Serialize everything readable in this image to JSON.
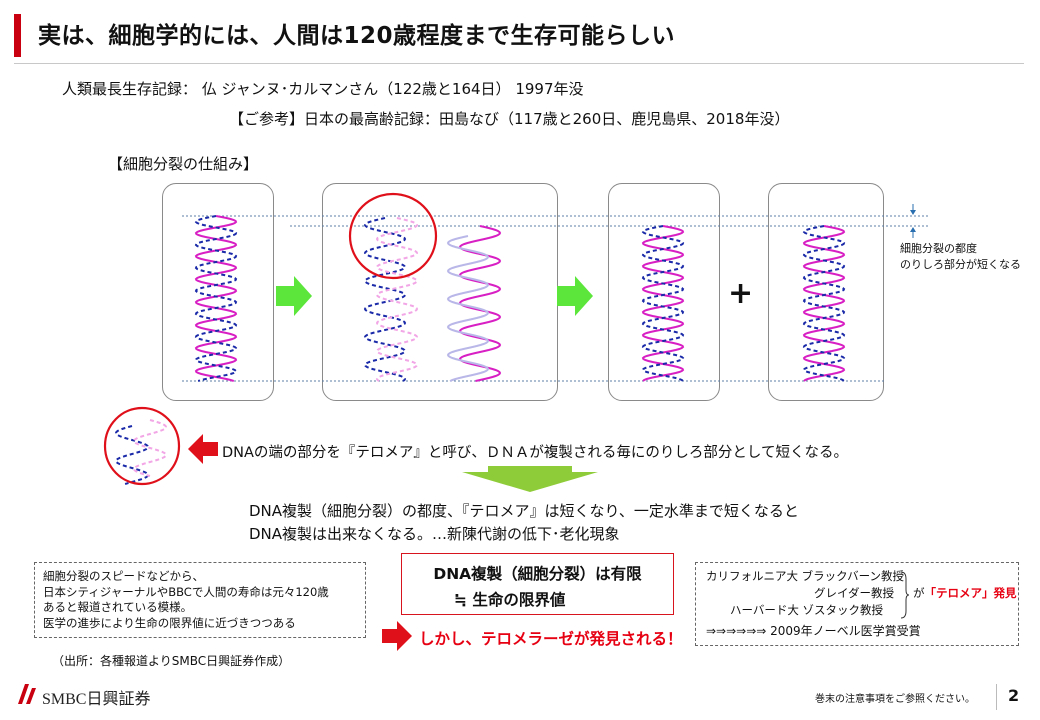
{
  "header": {
    "title": "実は、細胞学的には、人間は120歳程度まで生存可能らしい"
  },
  "records": {
    "world": "人類最長生存記録：  仏  ジャンヌ･カルマンさん（122歳と164日）  1997年没",
    "japan": "【ご参考】日本の最高齢記録：田島なび（117歳と260日、鹿児島県、2018年没）"
  },
  "diagram": {
    "heading": "【細胞分裂の仕組み】",
    "plus": "+",
    "side_note": [
      "細胞分裂の都度",
      "のりしろ部分が短くなる"
    ]
  },
  "explanation": {
    "telomere_line": "DNAの端の部分を『テロメア』と呼び、ＤＮＡが複製される毎にのりしろ部分として短くなる。",
    "shorten_line1": "DNA複製（細胞分裂）の都度、『テロメア』は短くなり、一定水準まで短くなると",
    "shorten_line2": "DNA複製は出来なくなる。…新陳代謝の低下･老化現象"
  },
  "left_note": {
    "lines": [
      "細胞分裂のスピードなどから、",
      "日本シティジャーナルやBBCで人間の寿命は元々120歳",
      "あると報道されている模様。",
      "医学の進歩により生命の限界値に近づきつつある"
    ],
    "source": "（出所：各種報道よりSMBC日興証券作成）"
  },
  "center_box": {
    "line1": "DNA複製（細胞分裂）は有限",
    "line2": "≒ 生命の限界値",
    "discovery": "しかし、テロメラーゼが発見される！"
  },
  "right_note": {
    "prof1": "カリフォルニア大  ブラックバーン教授",
    "prof2": "グレイダー教授",
    "prof3": "ハーバード大    ゾスタック教授",
    "found_prefix": "が",
    "found_red": "「テロメア」発見",
    "nobel": "⇒⇒⇒⇒⇒⇒  2009年ノーベル医学賞受賞"
  },
  "footer": {
    "logo_text": "SMBC日興証券",
    "notice": "巻末の注意事項をご参照ください。",
    "page": "2"
  },
  "colors": {
    "accent_red": "#c8000f",
    "navy_strand": "#1a2aa8",
    "magenta_strand": "#d81fc4",
    "arrow_green": "#5ce63c"
  }
}
